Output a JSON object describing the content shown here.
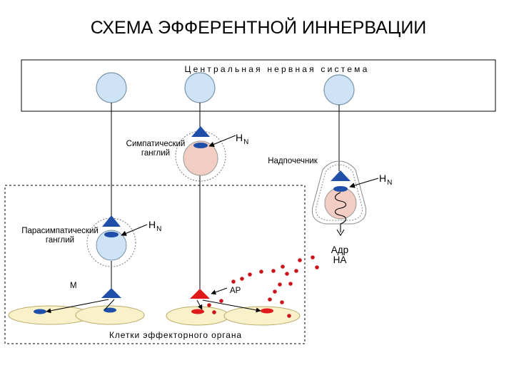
{
  "title": "СХЕМА   ЭФФЕРЕНТНОЙ   ИННЕРВАЦИИ",
  "cns_label": "Центральная   нервная   система",
  "sympathetic_ganglion": [
    "Симпатический",
    "ганглий"
  ],
  "parasympathetic_ganglion": [
    "Парасимпатический",
    "ганглий"
  ],
  "adrenal_medulla": "Надпочечник",
  "receptor_labels": {
    "hn_main": "H",
    "hn_sub": "N",
    "muscarinic": "М",
    "adrenergic": "АР"
  },
  "adrenal_secretion": [
    "Адр",
    "НА"
  ],
  "effector_cells": "Клетки   эффекторного   органа",
  "colors": {
    "neuron_fill": "#cfe3f6",
    "neuron_stroke": "#7a94a8",
    "ganglion_cell_fill": "#f2cdc3",
    "nicotinic_receptor": "#1f4fa8",
    "adrenergic_receptor": "#e0191b",
    "hormone_dot": "#c8161c",
    "effector_fill": "#f9f1c9",
    "effector_stroke": "#b9aa68"
  }
}
